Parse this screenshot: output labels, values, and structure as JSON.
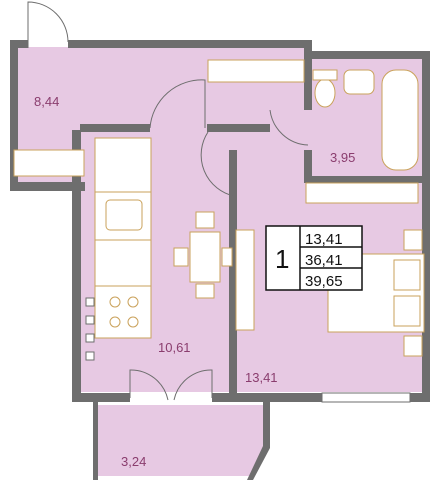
{
  "colors": {
    "room_fill": "#e7c9e3",
    "wall": "#6e6e6e",
    "label": "#8a3d6e",
    "furniture_stroke": "#caa25b",
    "furniture_fill": "#ffffff"
  },
  "rooms": {
    "hallway": {
      "area": "8,44"
    },
    "bathroom": {
      "area": "3,95"
    },
    "kitchen": {
      "area": "10,61"
    },
    "bedroom": {
      "area": "13,41"
    },
    "balcony": {
      "area": "3,24"
    }
  },
  "summary": {
    "rooms_count": "1",
    "living_area": "13,41",
    "useful_area": "36,41",
    "total_area": "39,65"
  }
}
